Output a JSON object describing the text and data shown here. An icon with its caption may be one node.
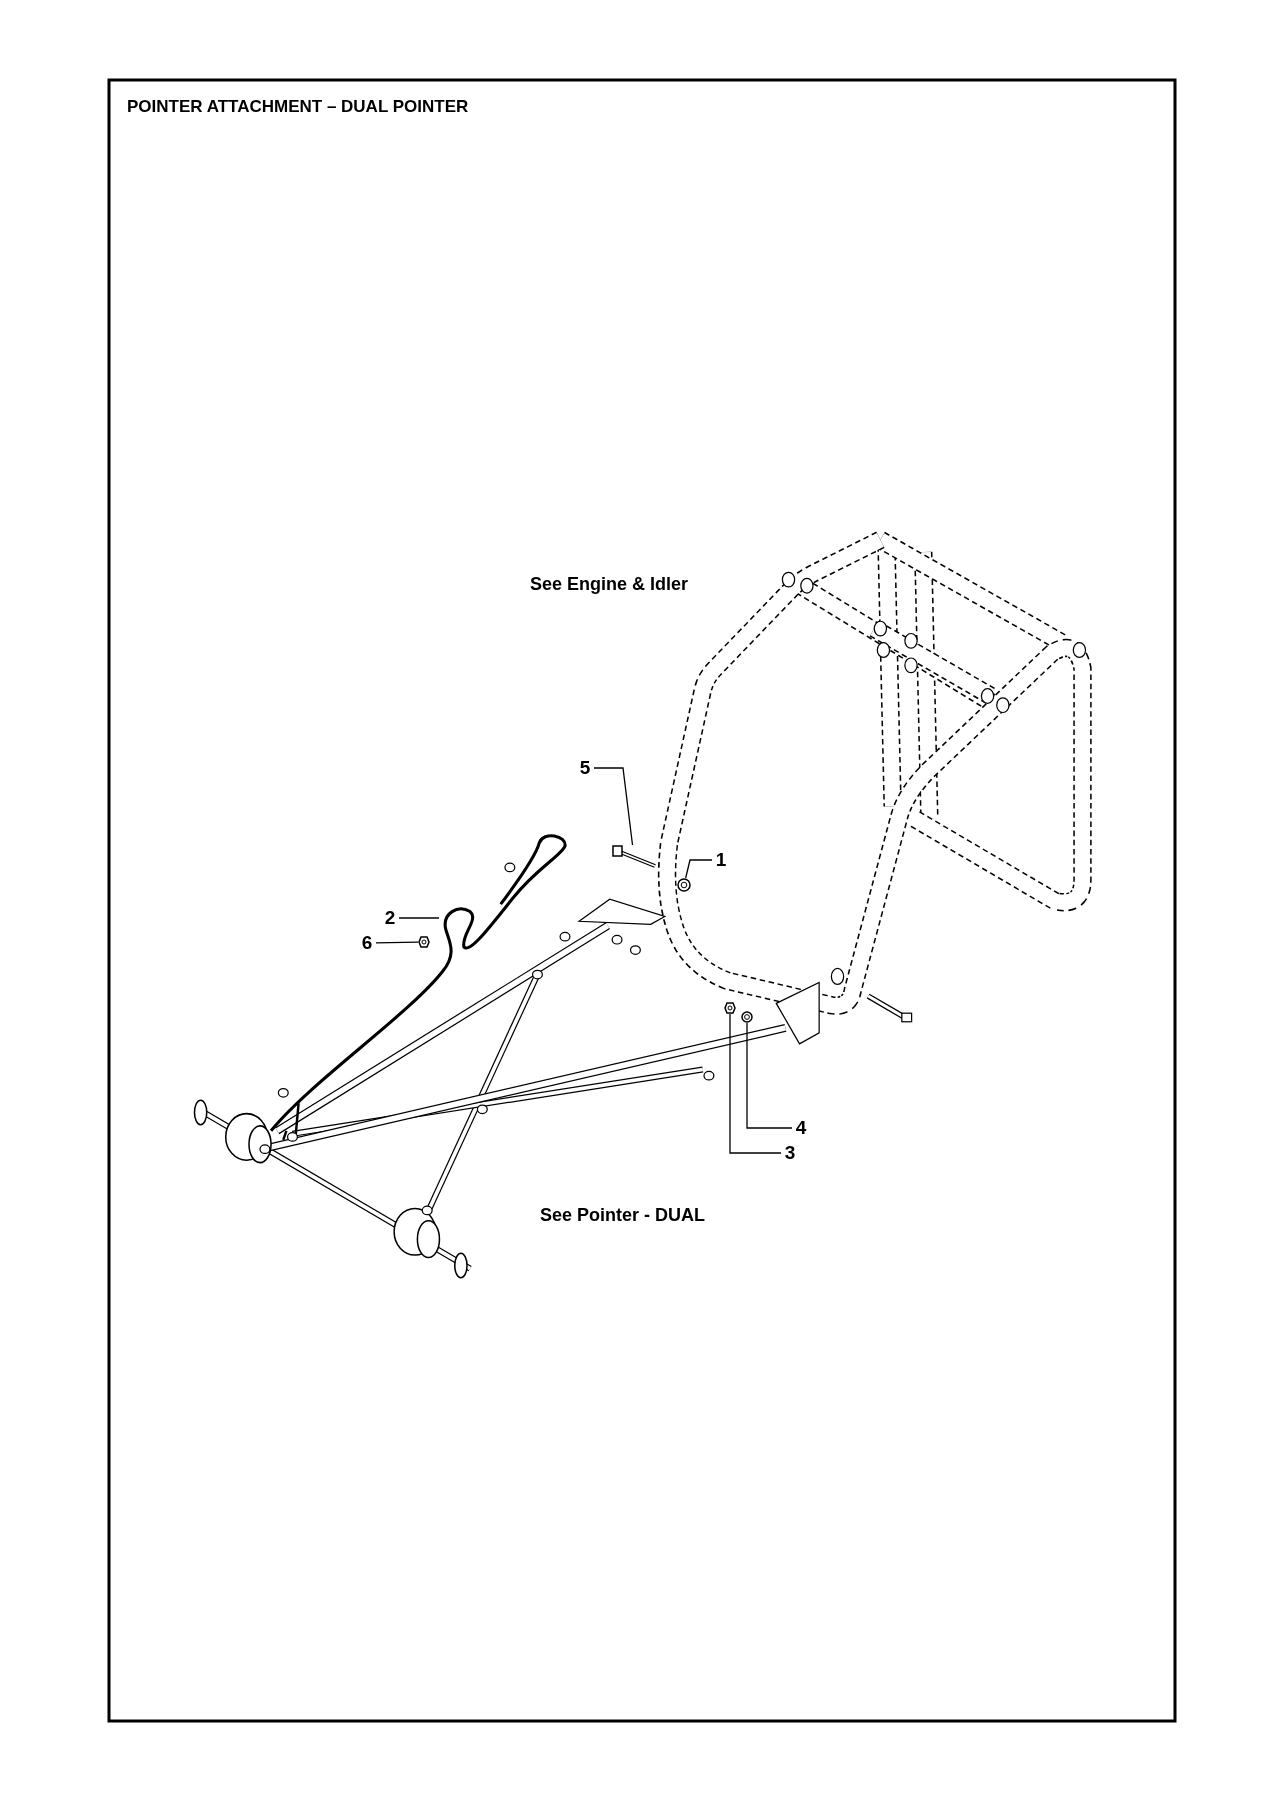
{
  "diagram": {
    "title": "POINTER ATTACHMENT – DUAL POINTER",
    "nodes": [
      {
        "text": [
          "5"
        ]
      },
      {
        "text": [
          "1"
        ]
      },
      {
        "text": [
          "2"
        ]
      },
      {
        "text": [
          "6"
        ]
      },
      {
        "text": [
          "4"
        ]
      },
      {
        "text": [
          "3"
        ]
      },
      {
        "text": [],
        "shape": "picture"
      },
      {
        "text": [],
        "shape": "picture"
      },
      {
        "text": [],
        "shape": "picture"
      },
      {
        "text": [],
        "shape": "picture"
      },
      {
        "text": [],
        "shape": "picture"
      }
    ],
    "edges": [
      {
        "from": 0,
        "to": 7,
        "arrow": "none"
      },
      {
        "from": 1,
        "to": 8,
        "arrow": "none"
      },
      {
        "from": 2,
        "to": null,
        "arrow": "none"
      },
      {
        "from": 3,
        "to": 6,
        "arrow": "none"
      },
      {
        "from": 4,
        "to": 10,
        "arrow": "none"
      },
      {
        "from": 5,
        "to": 9,
        "arrow": "none"
      }
    ],
    "labels": [
      "See Engine & Idler",
      "See Pointer - DUAL"
    ]
  }
}
